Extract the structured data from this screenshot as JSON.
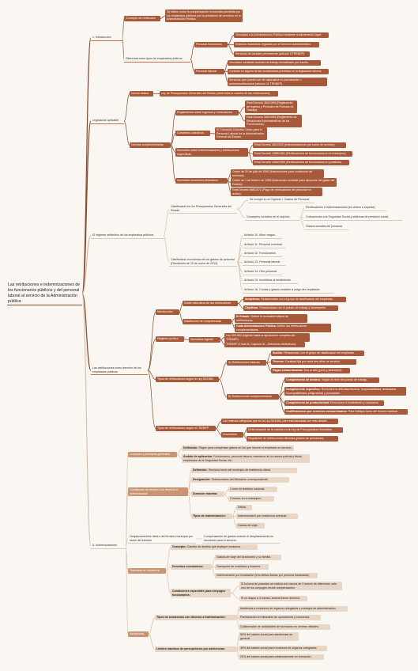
{
  "root": "Las retribuciones e indemnizaciones de los funcionarios públicos y del personal laboral al servicio de la Administración pública",
  "nodes": {
    "intro": "1. Introducción",
    "concepto_retrib": "Concepto de retribución",
    "concepto_retrib_def": "Se define como la compensación económica percibida por los empleados públicos por la prestación de servicios en la Administración Pública.",
    "diferencia": "Diferencia entre tipos de empleados públicos",
    "p_funcionario": "Personal funcionario",
    "pf1": "Vinculado a la Administración Pública mediante nombramiento legal.",
    "pf2": "Relación estatutaria regulada por el Derecho Administrativo.",
    "pf3": "Servicios de carácter permanente (artículo 9 TREBEP).",
    "p_laboral": "Personal laboral",
    "pl1": "Vinculado mediante contrato de trabajo formalizado por escrito.",
    "pl2": "Contrato en alguna de las modalidades previstas en la legislación laboral.",
    "pl3": "Servicios que pueden ser de naturaleza no permanente o profesional/sectorial (artículo 11 TREBEP).",
    "legislacion": "Legislación aplicable",
    "norma_basica": "Norma básica",
    "norma_basica_def": "Ley de Presupuestos Generales del Estado (determina la cuantía de las retribuciones).",
    "normas_compl": "Normas complementarias",
    "reglamentos": "Reglamentos sobre ingresos y retribuciones",
    "rd364": "Real Decreto 364/1995 (Reglamento de Ingreso y Provisión de Puestos de Trabajo).",
    "rd365": "Real Decreto 365/1995 (Reglamento de Situaciones Administrativas de los Funcionarios).",
    "convenios": "Convenios colectivos",
    "convenio_unico": "IV Convenio Colectivo Único para el Personal Laboral de la Administración General del Estado.",
    "normativa_indem": "Normativa sobre indemnizaciones y retribuciones específicas",
    "rd462": "Real Decreto 462/2002 (indemnizaciones por razón de servicio).",
    "rd1085": "Real Decreto 1085/1981 (Retribuciones de funcionarios en el extranjero).",
    "rd1065": "Real Decreto 1065/1989 (Retribuciones de funcionarios en prácticas).",
    "normativa_econ": "Normativa económico-financiera",
    "orden1992": "Orden de 20 de julio de 1992 (Instrucciones para confección de nóminas).",
    "orden1996": "Orden de 1 de febrero de 1996 (Instrucción contable para ejecución del gasto del Estado).",
    "rd2009": "Real Decreto 686/1974 (Pago de retribuciones del personal en activo).",
    "regimen": "El régimen retributivo de los empleados públicos",
    "clasif_pge": "Clasificación en los Presupuestos Generales del Estado",
    "incluye_cap1": "Se incluye en el Capítulo I: Gastos de Personal",
    "conceptos_cap": "Conceptos incluidos en el capítulo",
    "cc1": "Retribuciones e indemnizaciones (en dinero o especie).",
    "cc2": "Cotizaciones a la Seguridad Social y sistemas de previsión social.",
    "cc3": "Gastos sociales del personal.",
    "clasif_econ": "Clasificación económica de los gastos de personal (Resolución de 20 de enero de 2014)",
    "a10": "Artículo 10. Altos cargos.",
    "a11": "Artículo 11. Personal eventual.",
    "a12": "Artículo 12. Funcionarios.",
    "a13": "Artículo 13. Personal laboral.",
    "a14": "Artículo 14. Otro personal.",
    "a15": "Artículo 15. Incentivos al rendimiento.",
    "a16": "Artículo 16. Cuotas y gastos sociales a cargo del empleador.",
    "retrib_derecho": "Las retribuciones como derecho de los empleados públicos",
    "r_intro": "Introducción",
    "doble_nat": "Doble naturaleza de las retribuciones",
    "subjetiva": "Subjetivas:",
    "subjetiva_t": "Relacionadas con el grupo de clasificación del empleado.",
    "objetiva": "Objetivas:",
    "objetiva_t": "Relacionadas con el puesto de trabajo y desempeño.",
    "distrib_comp": "Distribución de competencias",
    "el_estado": "El Estado:",
    "el_estado_t": "Define la normativa básica de retribuciones.",
    "cada_admin": "Cada Administración Pública:",
    "cada_admin_t": "Define las retribuciones complementarias.",
    "regimen_jur": "Régimen jurídico",
    "normativa_vig": "Normativa vigente",
    "ley30": "Ley 30/1984 (vigente hasta la aprobación completa del TREBEP).",
    "trebep_tit": "TREBEP (Título III, Capítulo III – Derechos retributivos).",
    "tipos_ley": "Tipos de retribuciones según la Ley 30/1984",
    "basicas": "A) Retribuciones básicas",
    "sueldo": "Sueldo:",
    "sueldo_t": "Relacionado con el grupo de clasificación del empleado.",
    "trienios": "Trienios:",
    "trienios_t": "Cantidad fija por cada tres años de servicio.",
    "pagas": "Pagas extraordinarias:",
    "pagas_t": "Dos al año (junio y diciembre).",
    "complementarias": "B) Retribuciones complementarias",
    "destino": "Complemento de destino:",
    "destino_t": "Según el nivel del puesto de trabajo.",
    "especifico": "Complemento específico:",
    "especifico_t": "Remunera la dificultad técnica, responsabilidad, dedicación, incompatibilidad, peligrosidad y penosidad.",
    "productividad": "Complemento de productividad:",
    "productividad_t": "Remunera el rendimiento y resultados.",
    "gratificaciones": "Gratificaciones por servicios extraordinarios:",
    "gratificaciones_t": "Para trabajos fuera del horario habitual.",
    "tipos_trebep": "Tipos de retribuciones según el TREBEP",
    "mismas_cat": "Las mismas categorías que en la Ley 30/1984, pero estructuradas con más detalle.",
    "novedades": "Novedades",
    "nov1": "Determinación de la cuantía en la Ley de Presupuestos Generales.",
    "nov2": "Regulación de retribuciones diferidas (planes de pensiones).",
    "indem": "5. Indemnizaciones",
    "concepto_princ": "Concepto y principios generales",
    "definicion": "Definición:",
    "definicion_t": "Pagos para compensar gastos en los que incurre el empleado en servicio.",
    "ambito": "Ámbito de aplicación:",
    "ambito_t": "Funcionarios, personal laboral, miembros de la carrera judicial y fiscal, empleados de la Seguridad Social, etc.",
    "comisiones": "Comisiones de servicio con derecho a indemnización",
    "com_def": "Definición:",
    "com_def_t": "Servicios fuera del municipio de residencia oficial.",
    "designacion": "Designación:",
    "designacion_t": "Subsecretario del Ministerio correspondiente.",
    "duracion": "Duración máxima:",
    "dur1": "1 mes en territorio nacional.",
    "dur2": "3 meses en el extranjero.",
    "tipos_indem": "Tipos de indemnización:",
    "ti1": "Dietas.",
    "ti2": "Indemnización por residencia eventual.",
    "ti3": "Gastos de viaje.",
    "desplaz": "Desplazamientos dentro del término municipal por razón del servicio",
    "desplaz_t": "Compensación de gastos cuando el desplazamiento es necesario para el servicio.",
    "traslados": "Traslados de residencia",
    "tr_concepto": "Concepto:",
    "tr_concepto_t": "Cambio de destino que implique mudanza.",
    "derechos_econ": "Derechos económicos:",
    "de1": "Gastos de viaje del funcionario y su familia.",
    "de2": "Transporte de mobiliario y enseres.",
    "de3": "Indemnización por instalación (tres dietas diarias por persona trasladada).",
    "cond_esp": "Condiciones especiales para cónyuges funcionarios:",
    "ce1": "Si la toma de posesión se realiza con menos de 3 meses de diferencia, solo uno de los cónyuges recibe compensación.",
    "ce2": "Si es mayor a 3 meses, ambos tienen derecho.",
    "asistencias": "Asistencias",
    "tipos_asist": "Tipos de asistencias con derecho a indemnización:",
    "ta1": "Asistencia a reuniones de órganos colegiados y consejos de administración.",
    "ta2": "Participación en tribunales de oposiciones y concursos.",
    "ta3": "Colaboración en actividades de formación en centros oficiales.",
    "limites": "Límites máximos de percepciones por asistencias:",
    "lm1": "50% del salario anual para asistencias en general.",
    "lm2": "40% del salario anual para reuniones de órganos colegiados.",
    "lm3": "20% del salario anual para colaboraciones en formación."
  }
}
